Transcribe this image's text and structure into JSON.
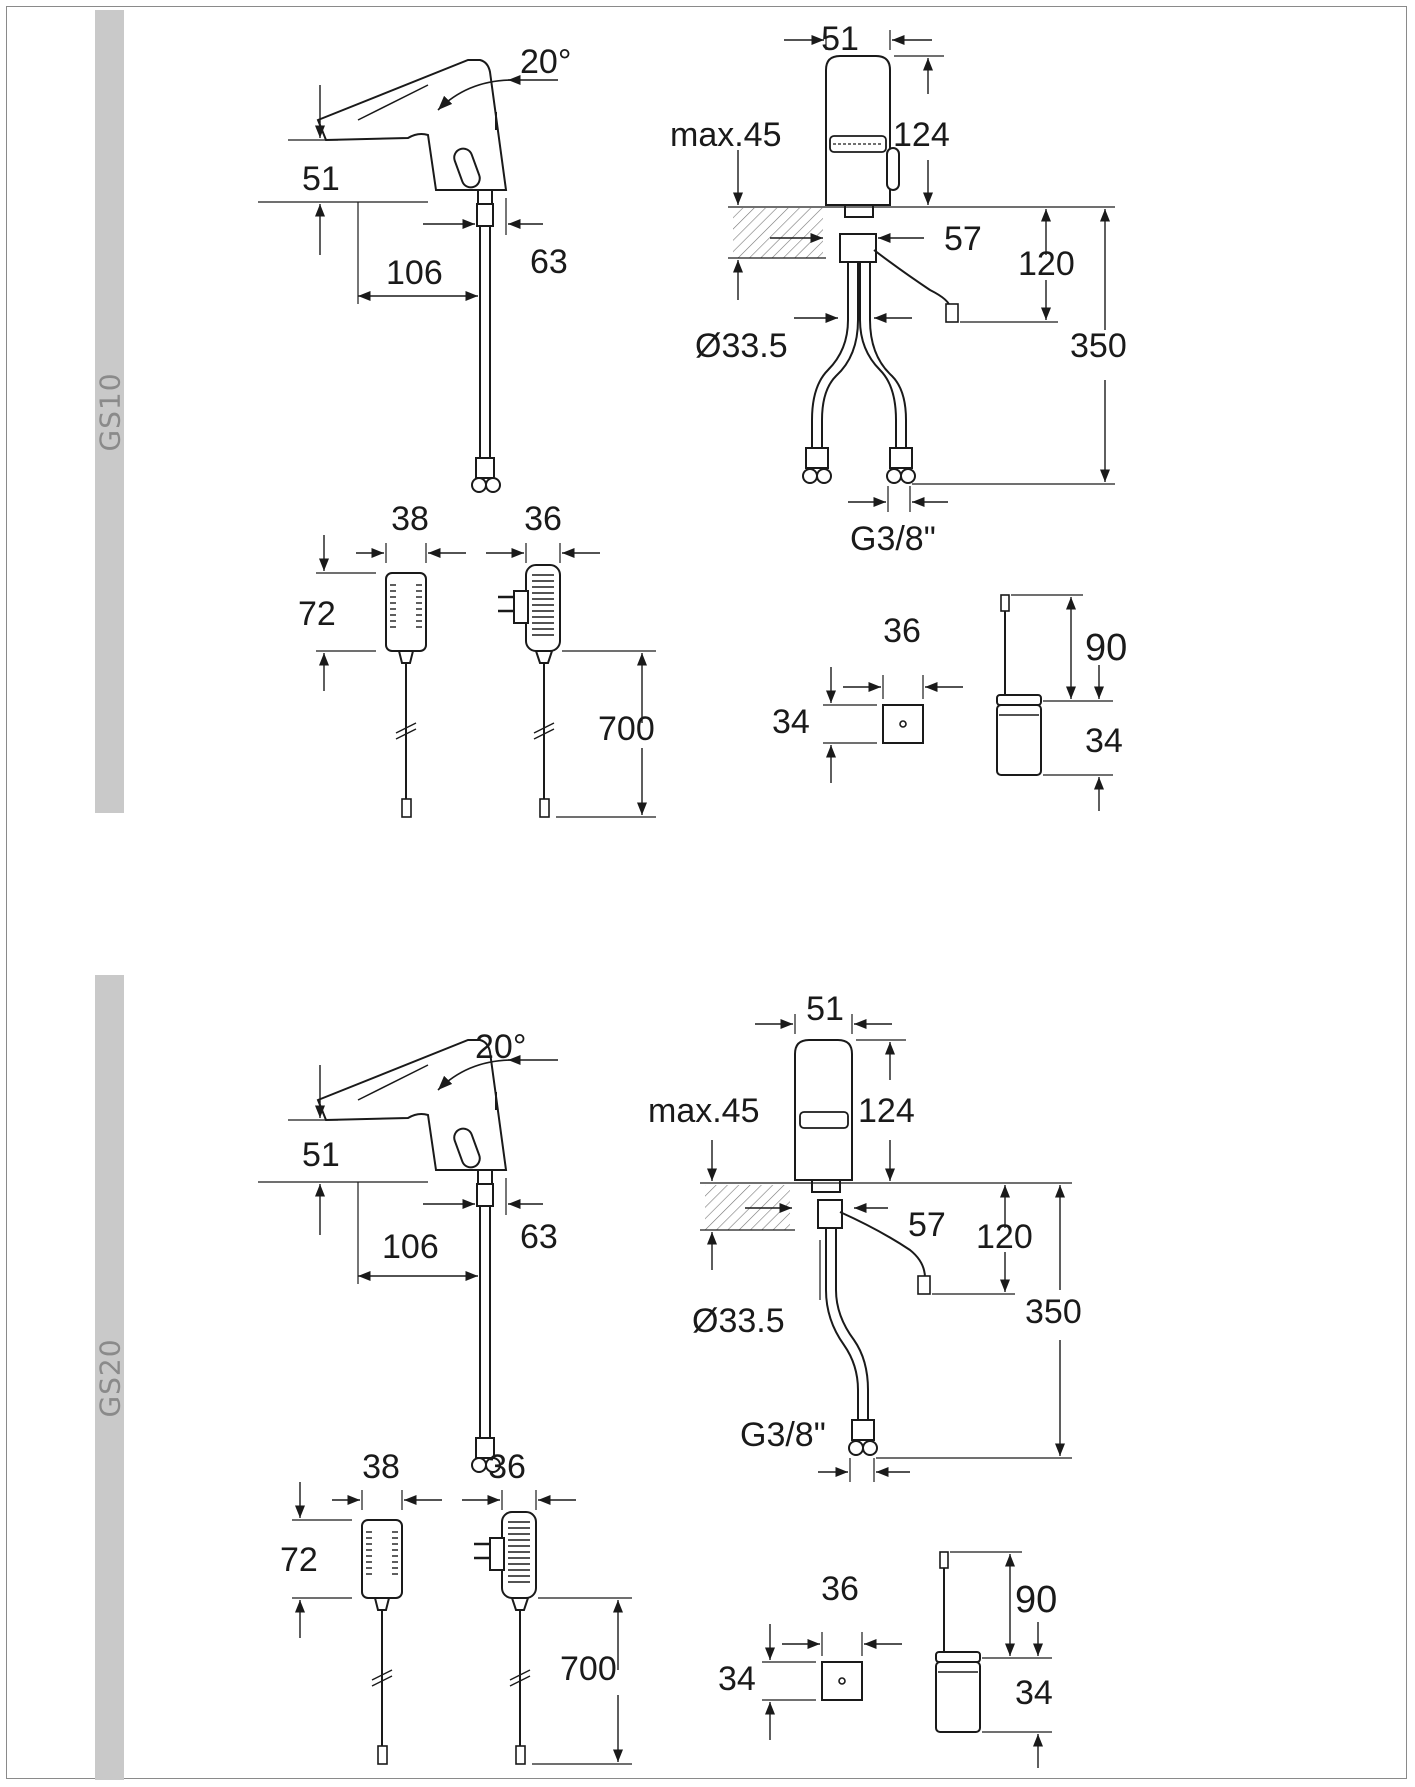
{
  "sections": [
    {
      "id": "gs10",
      "model": "GS10",
      "side_angle": "20°",
      "side_spout_height": "51",
      "side_reach": "106",
      "side_base": "63",
      "front_width": "51",
      "front_max": "max.45",
      "front_height": "124",
      "front_offset": "57",
      "front_cable": "120",
      "front_total": "350",
      "front_diameter": "Ø33.5",
      "front_thread": "G3/8\"",
      "adapter_width_a": "38",
      "adapter_width_b": "36",
      "adapter_height": "72",
      "adapter_cable": "700",
      "sensor_width": "36",
      "sensor_height": "34",
      "battery_lead": "90",
      "battery_height": "34"
    },
    {
      "id": "gs20",
      "model": "GS20",
      "side_angle": "20°",
      "side_spout_height": "51",
      "side_reach": "106",
      "side_base": "63",
      "front_width": "51",
      "front_max": "max.45",
      "front_height": "124",
      "front_offset": "57",
      "front_cable": "120",
      "front_total": "350",
      "front_diameter": "Ø33.5",
      "front_thread": "G3/8\"",
      "adapter_width_a": "38",
      "adapter_width_b": "36",
      "adapter_height": "72",
      "adapter_cable": "700",
      "sensor_width": "36",
      "sensor_height": "34",
      "battery_lead": "90",
      "battery_height": "34"
    }
  ],
  "colors": {
    "line": "#1a1a1a",
    "sidebar": "#c9c9c9",
    "sidebar_text": "#8a8a8a"
  }
}
